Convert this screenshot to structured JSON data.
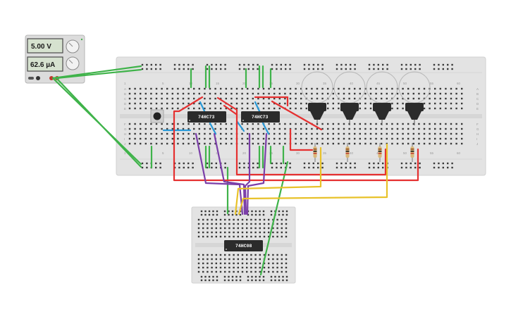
{
  "power_supply": {
    "voltage": "5.00 V",
    "current": "62.6 µA"
  },
  "breadboard_main": {
    "column_labels": [
      "1",
      "5",
      "10",
      "15",
      "20",
      "25",
      "30",
      "35",
      "40",
      "45",
      "50",
      "55",
      "60"
    ],
    "row_labels_top": [
      "A",
      "B",
      "C",
      "D",
      "E"
    ],
    "row_labels_bottom": [
      "F",
      "G",
      "H",
      "I",
      "J"
    ]
  },
  "chips": {
    "chip1": "74HC73",
    "chip2": "74HC73",
    "chip3": "74HC08"
  },
  "colors": {
    "wire_red": "#e53030",
    "wire_green": "#3fb34a",
    "wire_purple": "#7b3fa8",
    "wire_yellow": "#e8c22a",
    "wire_blue": "#2a9ad8",
    "board": "#e3e3e3",
    "chip": "#2b2b2b"
  }
}
